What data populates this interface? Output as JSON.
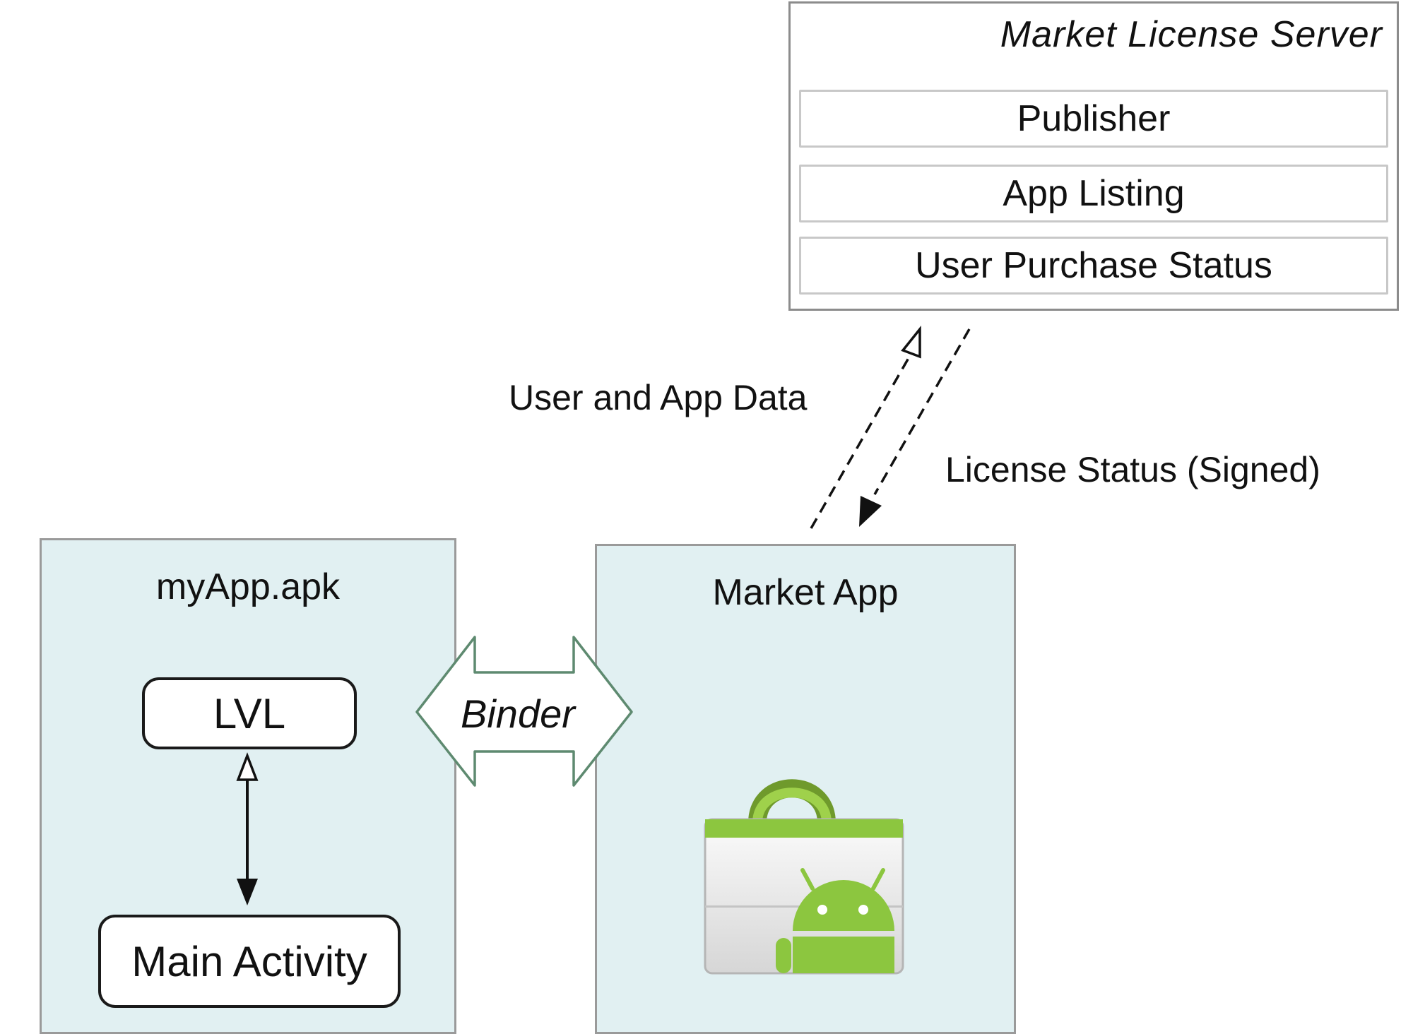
{
  "server": {
    "title": "Market License Server",
    "rows": [
      "Publisher",
      "App Listing",
      "User Purchase Status"
    ]
  },
  "flows": {
    "request_label": "User and App Data",
    "response_label": "License Status (Signed)"
  },
  "app_panel": {
    "title": "myApp.apk",
    "lvl_label": "LVL",
    "activity_label": "Main Activity"
  },
  "binder": {
    "label": "Binder"
  },
  "market_panel": {
    "title": "Market App",
    "icon": "android-market-bag-icon"
  },
  "colors": {
    "panel_fill": "#e1f0f2",
    "binder_stroke": "#5e8a70",
    "android_green": "#8cc63f"
  }
}
